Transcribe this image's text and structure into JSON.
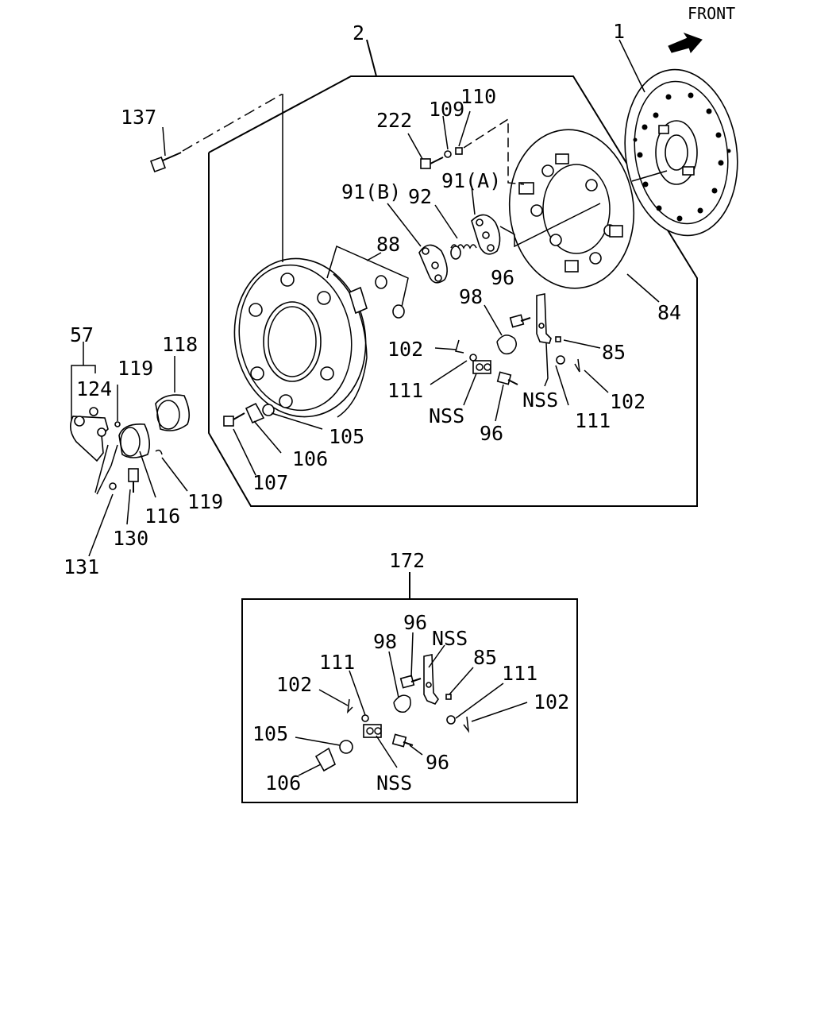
{
  "orientation": {
    "front_label": "FRONT",
    "icon": "arrow-right-icon"
  },
  "callouts": {
    "c1": "1",
    "c2": "2",
    "c57": "57",
    "c84": "84",
    "c85": "85",
    "c88": "88",
    "c91a": "91(A)",
    "c91b": "91(B)",
    "c92": "92",
    "c96a": "96",
    "c96b": "96",
    "c98": "98",
    "c102a": "102",
    "c102b": "102",
    "c105": "105",
    "c106": "106",
    "c107": "107",
    "c109": "109",
    "c110": "110",
    "c111a": "111",
    "c111b": "111",
    "c116": "116",
    "c118": "118",
    "c119a": "119",
    "c119b": "119",
    "c124": "124",
    "c130": "130",
    "c131": "131",
    "c137": "137",
    "c222": "222",
    "nss1": "NSS",
    "nss2": "NSS"
  },
  "inset": {
    "label": "172",
    "callouts": {
      "c96a": "96",
      "c96b": "96",
      "c98": "98",
      "nss1": "NSS",
      "nss2": "NSS",
      "c85": "85",
      "c111a": "111",
      "c111b": "111",
      "c102a": "102",
      "c102b": "102",
      "c105": "105",
      "c106": "106"
    }
  }
}
